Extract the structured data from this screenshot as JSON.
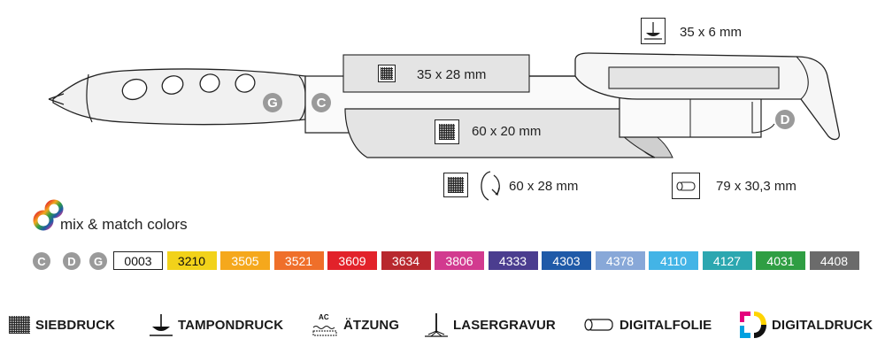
{
  "dimensions": {
    "pad_top": "35 x 6 mm",
    "top_panel": "35 x 28 mm",
    "barrel": "60 x 20 mm",
    "rotation": "60 x 28 mm",
    "digital_foil": "79 x 30,3 mm"
  },
  "badges": {
    "grip": "G",
    "barrel": "C",
    "clip": "D"
  },
  "mix_label": "mix & match colors",
  "legend_badges": [
    "C",
    "D",
    "G"
  ],
  "swatches": [
    {
      "code": "0003",
      "color": "#ffffff",
      "text": "#111111"
    },
    {
      "code": "3210",
      "color": "#f2d21a",
      "text": "#111111"
    },
    {
      "code": "3505",
      "color": "#f5a81c",
      "text": "#ffffff"
    },
    {
      "code": "3521",
      "color": "#ef6f2a",
      "text": "#ffffff"
    },
    {
      "code": "3609",
      "color": "#e2222a",
      "text": "#ffffff"
    },
    {
      "code": "3634",
      "color": "#b8282e",
      "text": "#ffffff"
    },
    {
      "code": "3806",
      "color": "#d23a8f",
      "text": "#ffffff"
    },
    {
      "code": "4333",
      "color": "#4b3d8f",
      "text": "#ffffff"
    },
    {
      "code": "4303",
      "color": "#1f5aa8",
      "text": "#ffffff"
    },
    {
      "code": "4378",
      "color": "#88a8d8",
      "text": "#ffffff"
    },
    {
      "code": "4110",
      "color": "#43b4e6",
      "text": "#ffffff"
    },
    {
      "code": "4127",
      "color": "#2ca7b0",
      "text": "#ffffff"
    },
    {
      "code": "4031",
      "color": "#2f9e43",
      "text": "#ffffff"
    },
    {
      "code": "4408",
      "color": "#6b6b6b",
      "text": "#ffffff"
    }
  ],
  "methods": {
    "siebdruck": "SIEBDRUCK",
    "tampondruck": "TAMPONDRUCK",
    "aetzung": "ÄTZUNG",
    "aetzung_icon_text": "AC",
    "lasergravur": "LASERGRAVUR",
    "digitalfolie": "DIGITALFOLIE",
    "digitaldruck": "DIGITALDRUCK"
  },
  "colors": {
    "badge": "#9a9a9a",
    "print_area": "#e4e4e4"
  }
}
